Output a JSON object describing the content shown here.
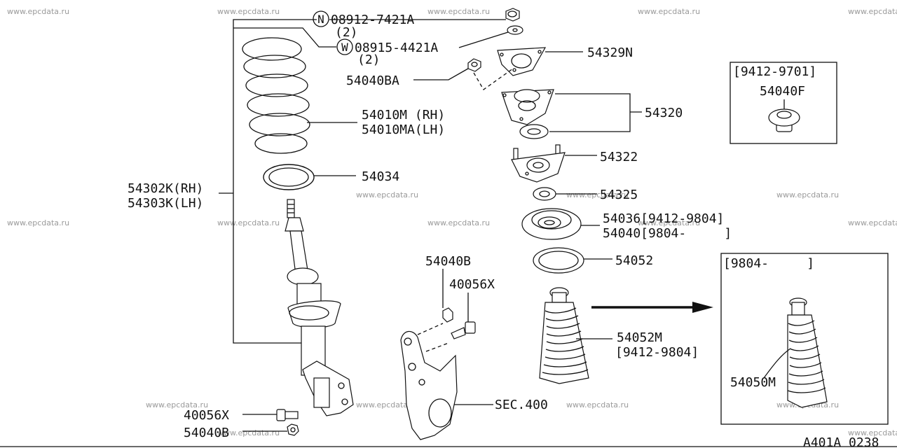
{
  "watermark": "www.epcdata.ru",
  "callouts": {
    "nut": {
      "symbol": "N",
      "part": "08912-7421A",
      "qty": "(2)"
    },
    "washer": {
      "symbol": "W",
      "part": "08915-4421A",
      "qty": "(2)"
    },
    "p54329N": "54329N",
    "p54040BA": "54040BA",
    "p54010M": "54010M (RH)",
    "p54010MA": "54010MA(LH)",
    "p54320": "54320",
    "p54322": "54322",
    "p54034": "54034",
    "p54325": "54325",
    "p54302K": "54302K(RH)",
    "p54303K": "54303K(LH)",
    "p54036": "54036[9412-9804]",
    "p54040": "54040[9804-     ]",
    "p54052": "54052",
    "p54040B_top": "54040B",
    "p40056X_top": "40056X",
    "p54052M": "54052M",
    "p54052M_range": "[9412-9804]",
    "sec400": "SEC.400",
    "p40056X_bottom": "40056X",
    "p54040B_bottom": "54040B"
  },
  "inset_top": {
    "range": "[9412-9701]",
    "part": "54040F"
  },
  "inset_bottom": {
    "range": "[9804-     ]",
    "part": "54050M"
  },
  "diagram_code": "A401A 0238"
}
